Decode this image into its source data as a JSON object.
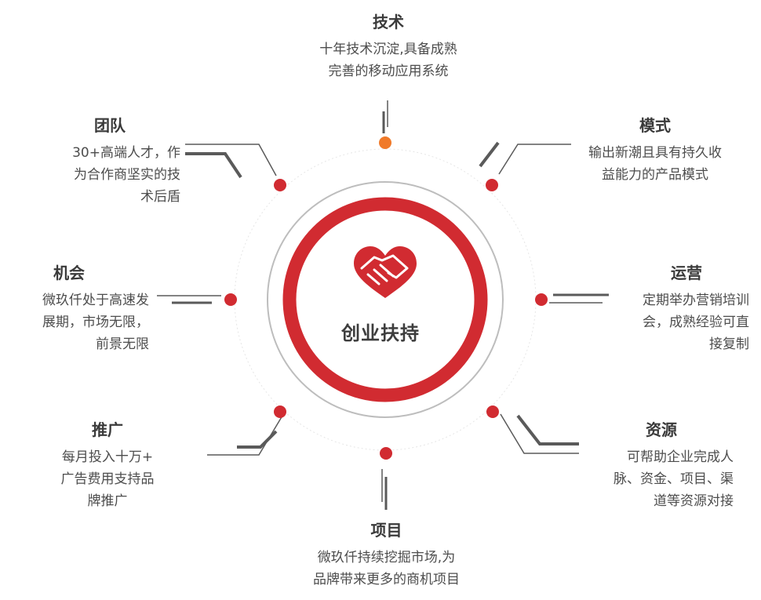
{
  "center": {
    "title": "创业扶持",
    "icon": "heart-handshake-icon"
  },
  "colors": {
    "accent_red": "#d12b31",
    "accent_orange": "#f07a2a",
    "line_gray": "#555555",
    "ring_gray": "#bdbdbd"
  },
  "nodes": {
    "tech": {
      "title": "技术",
      "desc": "十年技术沉淀,具备成熟\n完善的移动应用系统"
    },
    "mode": {
      "title": "模式",
      "desc": "输出新潮且具有持久收\n益能力的产品模式"
    },
    "ops": {
      "title": "运营",
      "desc": "定期举办营销培训\n会，成熟经验可直\n接复制"
    },
    "resource": {
      "title": "资源",
      "desc": "可帮助企业完成人\n脉、资金、项目、渠\n道等资源对接"
    },
    "project": {
      "title": "项目",
      "desc": "微玖仟持续挖掘市场,为\n品牌带来更多的商机项目"
    },
    "promo": {
      "title": "推广",
      "desc": "每月投入十万+\n广告费用支持品\n牌推广"
    },
    "opportunity": {
      "title": "机会",
      "desc": "微玖仟处于高速发\n展期，市场无限，\n前景无限"
    },
    "team": {
      "title": "团队",
      "desc": "30+高端人才，作\n为合作商坚实的技\n术后盾"
    }
  }
}
